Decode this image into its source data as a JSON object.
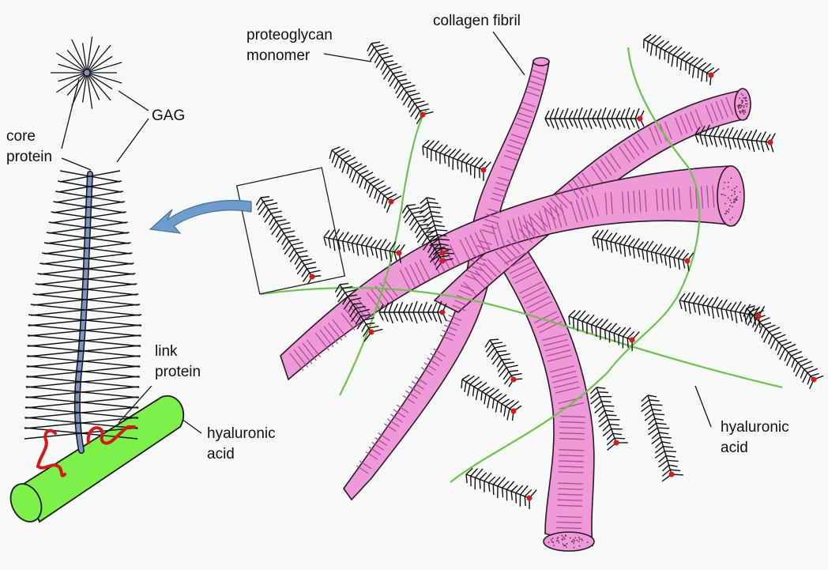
{
  "labels": {
    "proteoglycan_monomer": [
      "proteoglycan",
      "monomer"
    ],
    "collagen_fibril": "collagen fibril",
    "gag": "GAG",
    "core_protein": [
      "core",
      "protein"
    ],
    "link_protein": [
      "link",
      "protein"
    ],
    "hyaluronic_acid_left": [
      "hyaluronic",
      "acid"
    ],
    "hyaluronic_acid_right": [
      "hyaluronic",
      "acid"
    ]
  },
  "colors": {
    "background": "#f6f9f8",
    "collagen_fill": "#ee9ad8",
    "collagen_stripe": "#b04a95",
    "hyaluronic_acid": "#6cc24a",
    "hyaluronic_rod": "#7df04a",
    "core_protein": "#7c93c4",
    "link_protein": "#d81818",
    "gag_bristle": "#111111",
    "attachment_dot": "#d01c1c",
    "arrow": "#6e9ccc"
  }
}
